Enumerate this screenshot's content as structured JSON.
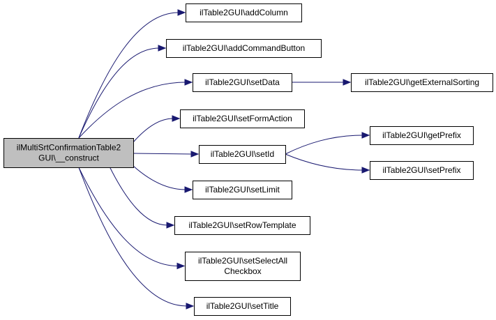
{
  "colors": {
    "edge": "#191970",
    "root_fill": "#bfbfbf",
    "node_fill": "#ffffff",
    "border": "#000000"
  },
  "root": {
    "id": "root",
    "lines": [
      "ilMultiSrtConfirmationTable2",
      "GUI\\__construct"
    ]
  },
  "nodes": [
    {
      "id": "addColumn",
      "lines": [
        "ilTable2GUI\\addColumn"
      ]
    },
    {
      "id": "addCommandButton",
      "lines": [
        "ilTable2GUI\\addCommandButton"
      ]
    },
    {
      "id": "setData",
      "lines": [
        "ilTable2GUI\\setData"
      ]
    },
    {
      "id": "getExternalSorting",
      "lines": [
        "ilTable2GUI\\getExternalSorting"
      ]
    },
    {
      "id": "setFormAction",
      "lines": [
        "ilTable2GUI\\setFormAction"
      ]
    },
    {
      "id": "setId",
      "lines": [
        "ilTable2GUI\\setId"
      ]
    },
    {
      "id": "getPrefix",
      "lines": [
        "ilTable2GUI\\getPrefix"
      ]
    },
    {
      "id": "setPrefix",
      "lines": [
        "ilTable2GUI\\setPrefix"
      ]
    },
    {
      "id": "setLimit",
      "lines": [
        "ilTable2GUI\\setLimit"
      ]
    },
    {
      "id": "setRowTemplate",
      "lines": [
        "ilTable2GUI\\setRowTemplate"
      ]
    },
    {
      "id": "setSelectAllCheckbox",
      "lines": [
        "ilTable2GUI\\setSelectAll",
        "Checkbox"
      ]
    },
    {
      "id": "setTitle",
      "lines": [
        "ilTable2GUI\\setTitle"
      ]
    }
  ],
  "edges": [
    {
      "from": "root",
      "to": "addColumn"
    },
    {
      "from": "root",
      "to": "addCommandButton"
    },
    {
      "from": "root",
      "to": "setData"
    },
    {
      "from": "root",
      "to": "setFormAction"
    },
    {
      "from": "root",
      "to": "setId"
    },
    {
      "from": "root",
      "to": "setLimit"
    },
    {
      "from": "root",
      "to": "setRowTemplate"
    },
    {
      "from": "root",
      "to": "setSelectAllCheckbox"
    },
    {
      "from": "root",
      "to": "setTitle"
    },
    {
      "from": "setData",
      "to": "getExternalSorting"
    },
    {
      "from": "setId",
      "to": "getPrefix"
    },
    {
      "from": "setId",
      "to": "setPrefix"
    }
  ]
}
